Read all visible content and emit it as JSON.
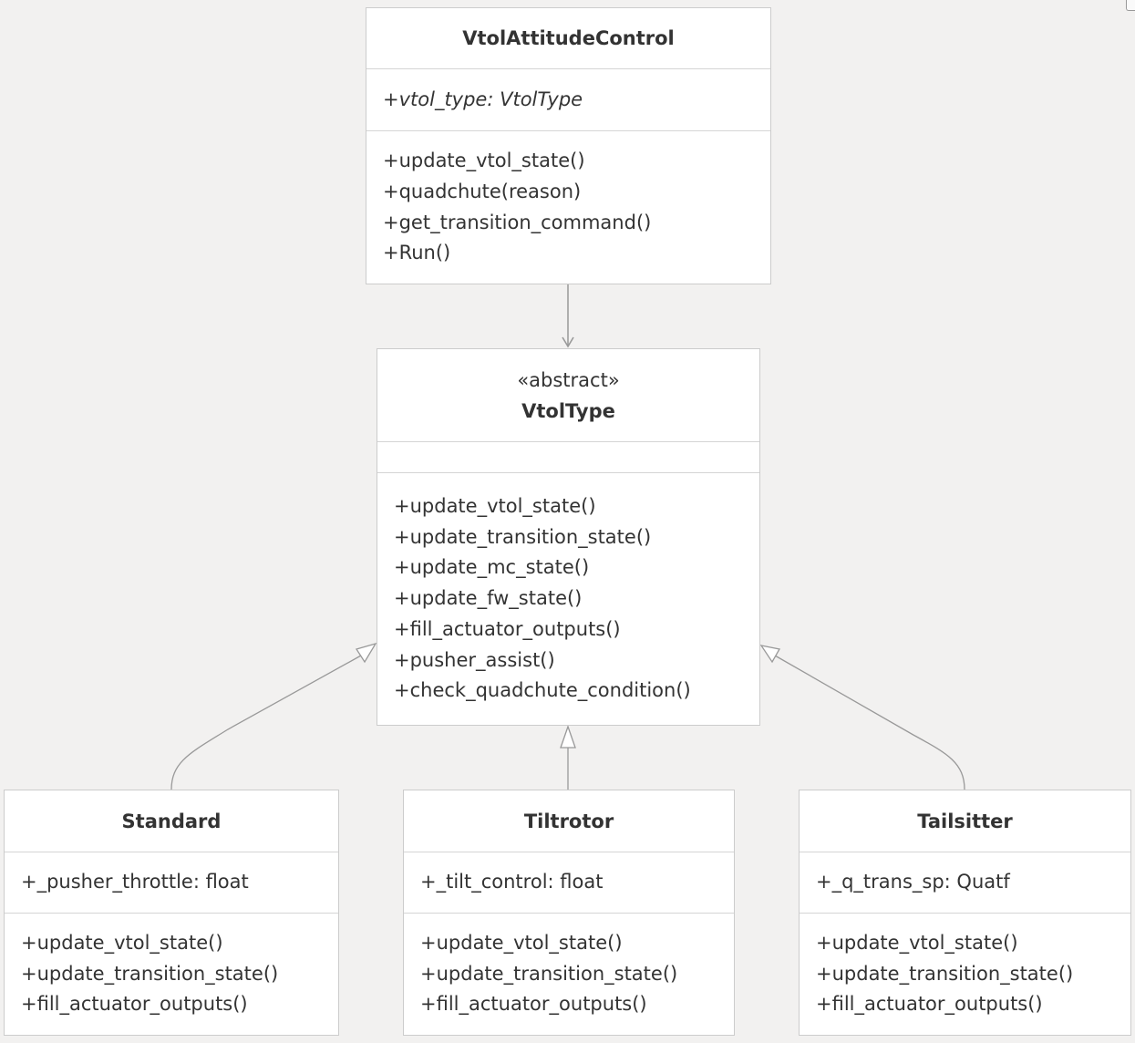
{
  "diagram": {
    "classes": {
      "vtol_attitude_control": {
        "name": "VtolAttitudeControl",
        "attributes": [
          "+vtol_type: VtolType"
        ],
        "methods": [
          "+update_vtol_state()",
          "+quadchute(reason)",
          "+get_transition_command()",
          "+Run()"
        ]
      },
      "vtol_type": {
        "stereotype": "«abstract»",
        "name": "VtolType",
        "attributes": [],
        "methods": [
          "+update_vtol_state()",
          "+update_transition_state()",
          "+update_mc_state()",
          "+update_fw_state()",
          "+fill_actuator_outputs()",
          "+pusher_assist()",
          "+check_quadchute_condition()"
        ]
      },
      "standard": {
        "name": "Standard",
        "attributes": [
          "+_pusher_throttle: float"
        ],
        "methods": [
          "+update_vtol_state()",
          "+update_transition_state()",
          "+fill_actuator_outputs()"
        ]
      },
      "tiltrotor": {
        "name": "Tiltrotor",
        "attributes": [
          "+_tilt_control: float"
        ],
        "methods": [
          "+update_vtol_state()",
          "+update_transition_state()",
          "+fill_actuator_outputs()"
        ]
      },
      "tailsitter": {
        "name": "Tailsitter",
        "attributes": [
          "+_q_trans_sp: Quatf"
        ],
        "methods": [
          "+update_vtol_state()",
          "+update_transition_state()",
          "+fill_actuator_outputs()"
        ]
      }
    },
    "relations": [
      {
        "from": "VtolAttitudeControl",
        "to": "VtolType",
        "type": "association"
      },
      {
        "from": "Standard",
        "to": "VtolType",
        "type": "inheritance"
      },
      {
        "from": "Tiltrotor",
        "to": "VtolType",
        "type": "inheritance"
      },
      {
        "from": "Tailsitter",
        "to": "VtolType",
        "type": "inheritance"
      }
    ],
    "colors": {
      "background": "#f2f1f0",
      "box_fill": "#ffffff",
      "box_border": "#cccccc",
      "edge": "#999999",
      "text": "#333333"
    }
  }
}
